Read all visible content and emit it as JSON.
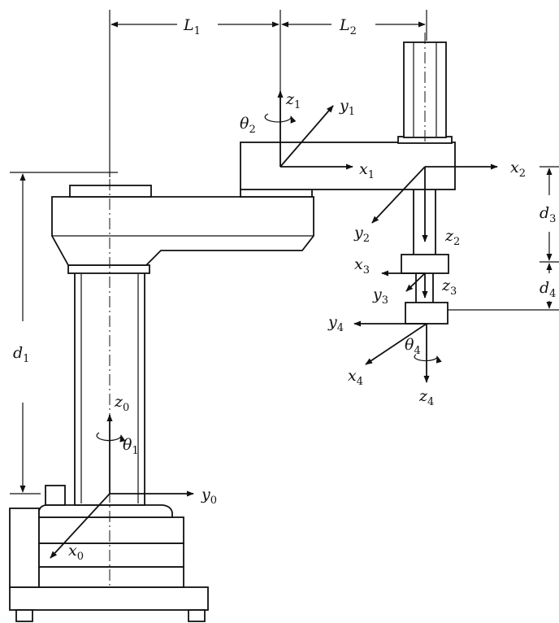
{
  "labels": {
    "L1": {
      "base": "L",
      "sub": "1"
    },
    "L2": {
      "base": "L",
      "sub": "2"
    },
    "d1": {
      "base": "d",
      "sub": "1"
    },
    "d3": {
      "base": "d",
      "sub": "3"
    },
    "d4": {
      "base": "d",
      "sub": "4"
    },
    "theta1": {
      "base": "θ",
      "sub": "1"
    },
    "theta2": {
      "base": "θ",
      "sub": "2"
    },
    "theta4": {
      "base": "θ",
      "sub": "4"
    },
    "x0": {
      "base": "x",
      "sub": "0"
    },
    "y0": {
      "base": "y",
      "sub": "0"
    },
    "z0": {
      "base": "z",
      "sub": "0"
    },
    "x1": {
      "base": "x",
      "sub": "1"
    },
    "y1": {
      "base": "y",
      "sub": "1"
    },
    "z1": {
      "base": "z",
      "sub": "1"
    },
    "x2": {
      "base": "x",
      "sub": "2"
    },
    "y2": {
      "base": "y",
      "sub": "2"
    },
    "z2": {
      "base": "z",
      "sub": "2"
    },
    "x3": {
      "base": "x",
      "sub": "3"
    },
    "y3": {
      "base": "y",
      "sub": "3"
    },
    "z3": {
      "base": "z",
      "sub": "3"
    },
    "x4": {
      "base": "x",
      "sub": "4"
    },
    "y4": {
      "base": "y",
      "sub": "4"
    },
    "z4": {
      "base": "z",
      "sub": "4"
    }
  }
}
